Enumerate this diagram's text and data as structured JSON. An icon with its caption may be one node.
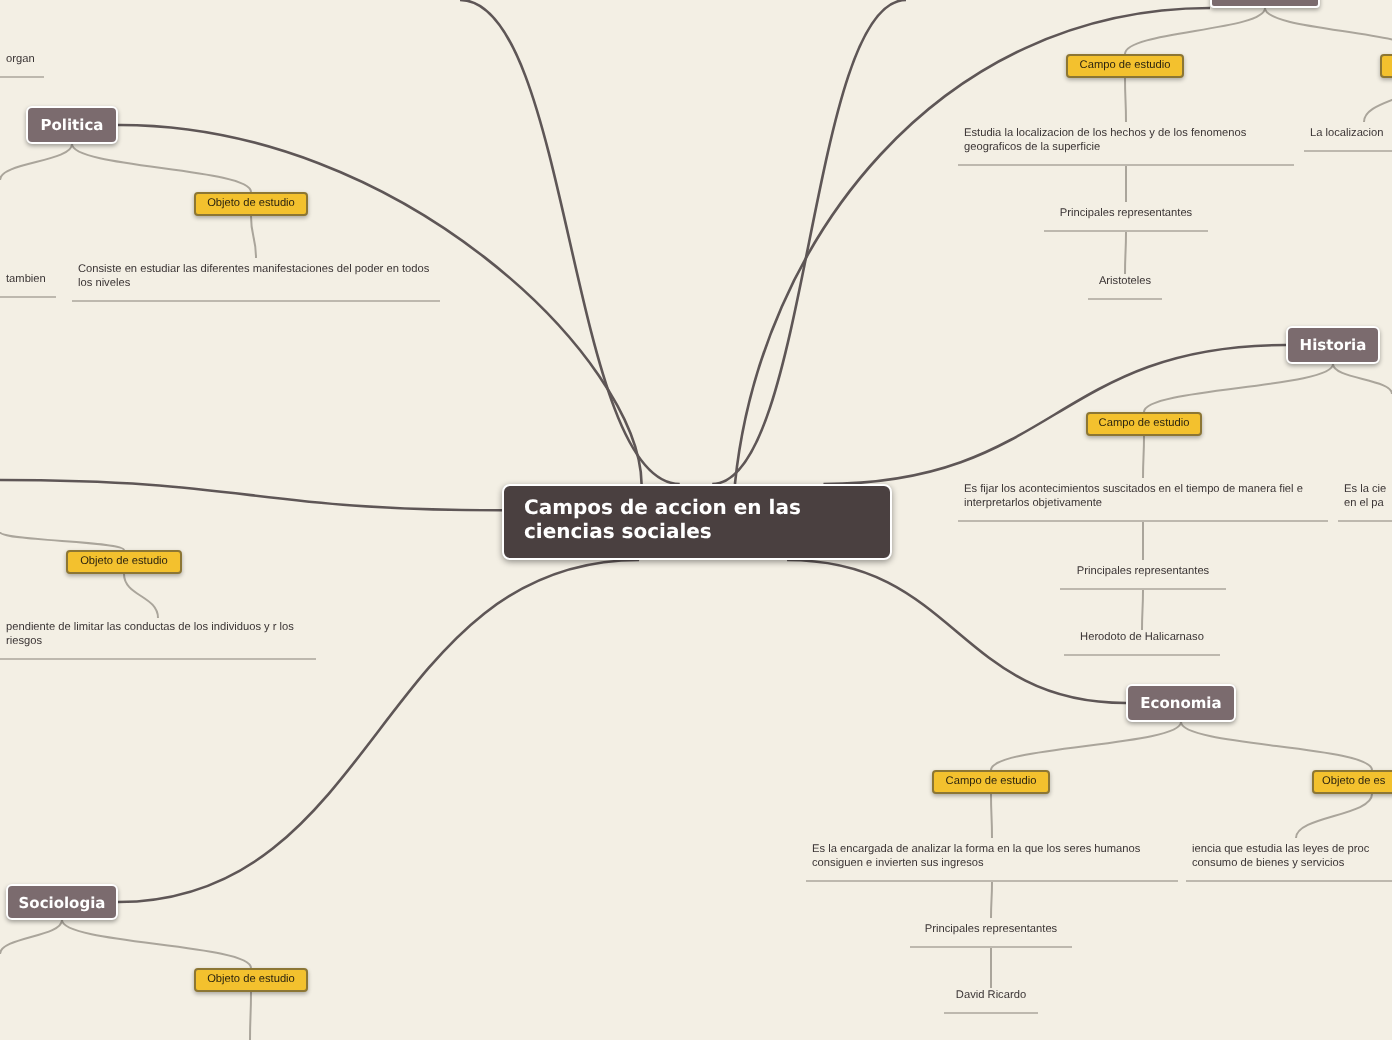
{
  "diagram": {
    "nodes": [
      {
        "text": [
          "Campos de accion en las ciencias sociales"
        ]
      },
      {
        "text": [
          "Politica"
        ]
      },
      {
        "text": [
          "Objeto de estudio"
        ]
      },
      {
        "text": [
          "Consiste en estudiar las diferentes manifestaciones del poder en todos los niveles"
        ]
      },
      {
        "text": [
          "tambien"
        ]
      },
      {
        "text": [
          "organ"
        ]
      },
      {
        "text": [
          "Objeto de estudio"
        ]
      },
      {
        "text": [
          "pendiente de limitar las conductas de los individuos y r los riesgos"
        ]
      },
      {
        "text": [
          "Sociologia"
        ]
      },
      {
        "text": [
          "Objeto de estudio"
        ]
      },
      {
        "text": [],
        "shape": "box"
      },
      {
        "text": [
          "Campo de estudio"
        ]
      },
      {
        "text": [
          "Estudia la localizacion de los hechos y de los fenomenos geograficos de la superficie"
        ]
      },
      {
        "text": [
          "Principales representantes"
        ]
      },
      {
        "text": [
          "Aristoteles"
        ]
      },
      {
        "text": [],
        "shape": "box"
      },
      {
        "text": [
          "La localizacion"
        ]
      },
      {
        "text": [
          "Historia"
        ]
      },
      {
        "text": [
          "Campo de estudio"
        ]
      },
      {
        "text": [
          "Es fijar los acontecimientos suscitados en el tiempo de manera fiel e interpretarlos objetivamente"
        ]
      },
      {
        "text": [
          "Principales representantes"
        ]
      },
      {
        "text": [
          "Herodoto de Halicarnaso"
        ]
      },
      {
        "text": [
          "Es la cie en el pa"
        ]
      },
      {
        "text": [
          "Economia"
        ]
      },
      {
        "text": [
          "Campo de estudio"
        ]
      },
      {
        "text": [
          "Es la encargada de analizar la forma en la que los seres humanos consiguen e invierten sus ingresos"
        ]
      },
      {
        "text": [
          "Principales representantes"
        ]
      },
      {
        "text": [
          "David Ricardo"
        ]
      },
      {
        "text": [
          "Objeto de es"
        ]
      },
      {
        "text": [
          "iencia que estudia las leyes de proc consumo de bienes y servicios"
        ]
      }
    ],
    "edges": [
      {
        "from": 0,
        "to": null,
        "arrow": "none",
        "color": "#5e5656"
      },
      {
        "from": 0,
        "to": null,
        "arrow": "none",
        "color": "#5e5656"
      },
      {
        "from": 0,
        "to": 10,
        "arrow": "none",
        "color": "#5e5656"
      },
      {
        "from": 0,
        "to": 17,
        "arrow": "none",
        "color": "#5e5656"
      },
      {
        "from": 0,
        "to": 23,
        "arrow": "none",
        "color": "#5e5656"
      },
      {
        "from": 0,
        "to": 8,
        "arrow": "none",
        "color": "#5e5656"
      },
      {
        "from": 0,
        "to": 1,
        "arrow": "none",
        "color": "#5e5656"
      },
      {
        "from": 0,
        "to": null,
        "arrow": "none",
        "color": "#5e5656"
      },
      {
        "from": 1,
        "to": 2,
        "arrow": "none"
      },
      {
        "from": 1,
        "to": null,
        "arrow": "none"
      },
      {
        "from": 2,
        "to": 3,
        "arrow": "none"
      },
      {
        "from": null,
        "to": 6,
        "arrow": "none"
      },
      {
        "from": 6,
        "to": 7,
        "arrow": "none"
      },
      {
        "from": 8,
        "to": 9,
        "arrow": "none"
      },
      {
        "from": 8,
        "to": null,
        "arrow": "none"
      },
      {
        "from": 9,
        "to": null,
        "arrow": "none"
      },
      {
        "from": 10,
        "to": 11,
        "arrow": "none"
      },
      {
        "from": 10,
        "to": 15,
        "arrow": "none"
      },
      {
        "from": 11,
        "to": 12,
        "arrow": "none"
      },
      {
        "from": 12,
        "to": 13,
        "arrow": "none"
      },
      {
        "from": 13,
        "to": 14,
        "arrow": "none"
      },
      {
        "from": 15,
        "to": 16,
        "arrow": "none"
      },
      {
        "from": 17,
        "to": 18,
        "arrow": "none"
      },
      {
        "from": 17,
        "to": null,
        "arrow": "none"
      },
      {
        "from": 18,
        "to": 19,
        "arrow": "none"
      },
      {
        "from": 19,
        "to": 20,
        "arrow": "none"
      },
      {
        "from": 20,
        "to": 21,
        "arrow": "none"
      },
      {
        "from": 23,
        "to": 24,
        "arrow": "none"
      },
      {
        "from": 23,
        "to": 28,
        "arrow": "none"
      },
      {
        "from": 24,
        "to": 25,
        "arrow": "none"
      },
      {
        "from": 25,
        "to": 26,
        "arrow": "none"
      },
      {
        "from": 26,
        "to": 27,
        "arrow": "none"
      },
      {
        "from": 28,
        "to": 29,
        "arrow": "none"
      }
    ]
  }
}
